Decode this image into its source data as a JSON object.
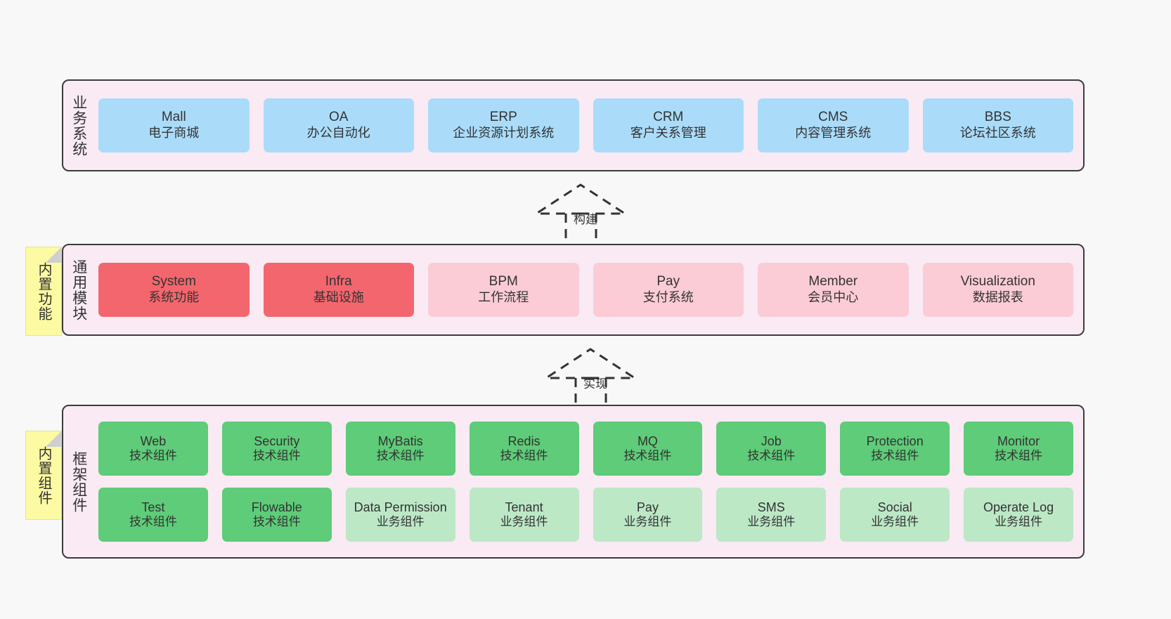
{
  "diagram": {
    "background_color": "#f8f8f8",
    "panel_color": "#f9eaf4",
    "panel_border_color": "#3c3c3c",
    "note_color": "#fcfaa2"
  },
  "layers": [
    {
      "id": "business-system",
      "title": "业务系统",
      "note": null,
      "rows": [
        {
          "color": "#aadcfa",
          "items": [
            {
              "en": "Mall",
              "cn": "电子商城"
            },
            {
              "en": "OA",
              "cn": "办公自动化"
            },
            {
              "en": "ERP",
              "cn": "企业资源计划系统"
            },
            {
              "en": "CRM",
              "cn": "客户关系管理"
            },
            {
              "en": "CMS",
              "cn": "内容管理系统"
            },
            {
              "en": "BBS",
              "cn": "论坛社区系统"
            }
          ]
        }
      ]
    },
    {
      "id": "common-module",
      "title": "通用模块",
      "note": "内置功能",
      "rows": [
        {
          "color": "mixed",
          "items": [
            {
              "en": "System",
              "cn": "系统功能",
              "color": "#f4666d"
            },
            {
              "en": "Infra",
              "cn": "基础设施",
              "color": "#f4666d"
            },
            {
              "en": "BPM",
              "cn": "工作流程",
              "color": "#fbccd6"
            },
            {
              "en": "Pay",
              "cn": "支付系统",
              "color": "#fbccd6"
            },
            {
              "en": "Member",
              "cn": "会员中心",
              "color": "#fbccd6"
            },
            {
              "en": "Visualization",
              "cn": "数据报表",
              "color": "#fbccd6"
            }
          ]
        }
      ]
    },
    {
      "id": "framework-component",
      "title": "框架组件",
      "note": "内置组件",
      "rows": [
        {
          "color": "#5ecc78",
          "items": [
            {
              "en": "Web",
              "cn": "技术组件"
            },
            {
              "en": "Security",
              "cn": "技术组件"
            },
            {
              "en": "MyBatis",
              "cn": "技术组件"
            },
            {
              "en": "Redis",
              "cn": "技术组件"
            },
            {
              "en": "MQ",
              "cn": "技术组件"
            },
            {
              "en": "Job",
              "cn": "技术组件"
            },
            {
              "en": "Protection",
              "cn": "技术组件"
            },
            {
              "en": "Monitor",
              "cn": "技术组件"
            }
          ]
        },
        {
          "color": "mixed",
          "items": [
            {
              "en": "Test",
              "cn": "技术组件",
              "color": "#5ecc78"
            },
            {
              "en": "Flowable",
              "cn": "技术组件",
              "color": "#5ecc78"
            },
            {
              "en": "Data Permission",
              "cn": "业务组件",
              "color": "#bce8c6"
            },
            {
              "en": "Tenant",
              "cn": "业务组件",
              "color": "#bce8c6"
            },
            {
              "en": "Pay",
              "cn": "业务组件",
              "color": "#bce8c6"
            },
            {
              "en": "SMS",
              "cn": "业务组件",
              "color": "#bce8c6"
            },
            {
              "en": "Social",
              "cn": "业务组件",
              "color": "#bce8c6"
            },
            {
              "en": "Operate Log",
              "cn": "业务组件",
              "color": "#bce8c6"
            }
          ]
        }
      ]
    }
  ],
  "connectors": [
    {
      "id": "build",
      "label": "构建",
      "style": "dashed-generalization",
      "direction": "up"
    },
    {
      "id": "implement",
      "label": "实现",
      "style": "dashed-generalization",
      "direction": "up"
    }
  ]
}
